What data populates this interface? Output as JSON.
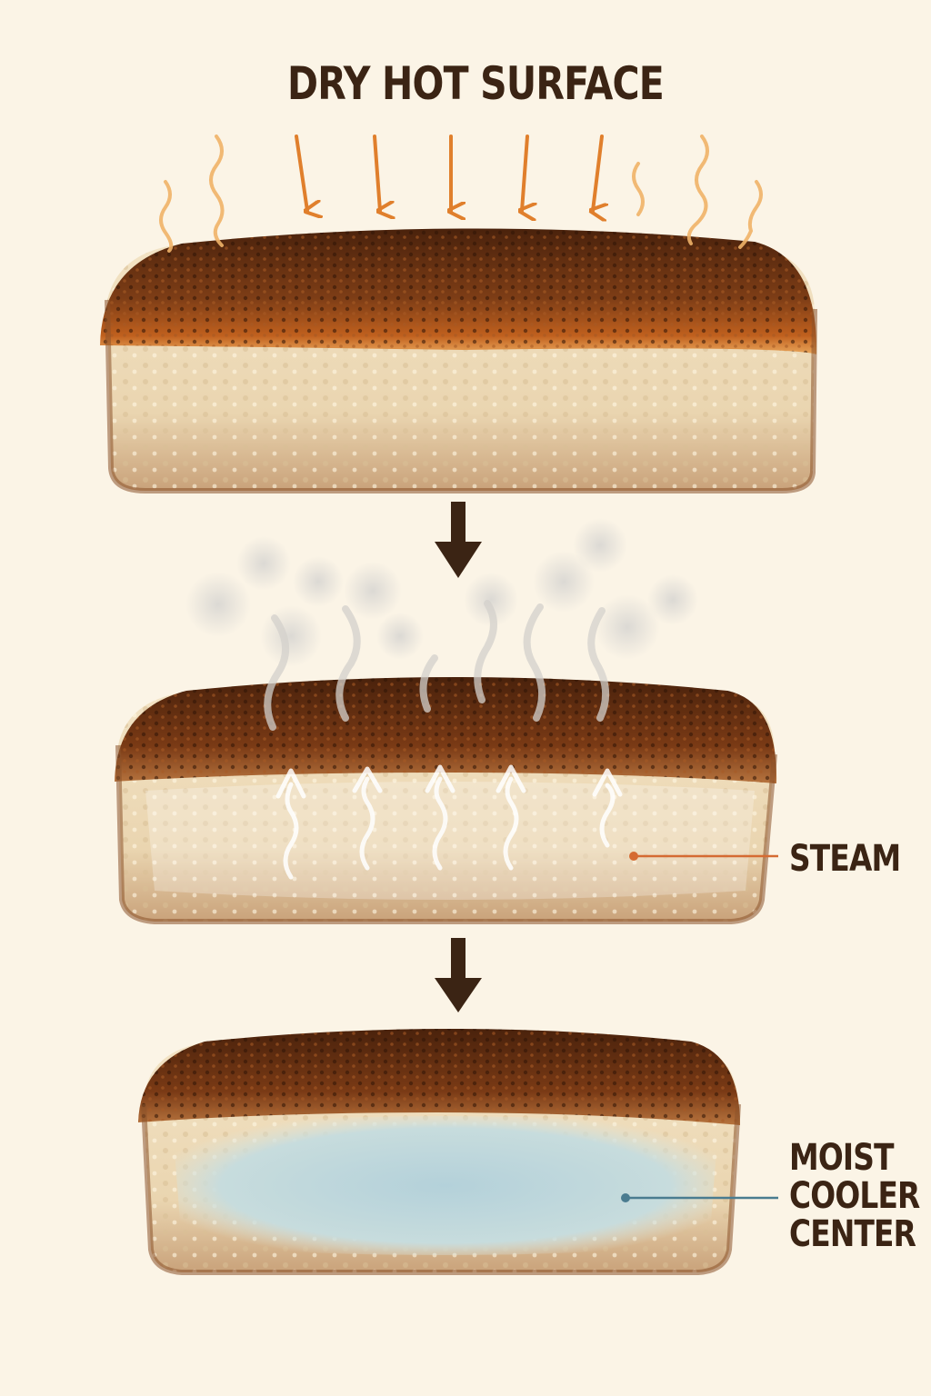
{
  "title": "DRY HOT SURFACE",
  "labels": {
    "steam": "STEAM",
    "moist_lines": [
      "MOIST",
      "COOLER",
      "CENTER"
    ]
  },
  "colors": {
    "background": "#fbf4e6",
    "label_text": "#3b2414",
    "heat_arrow": "#e07f2c",
    "heat_wave": "#f0b368",
    "crust_dark": "#5a2a10",
    "crust_mid": "#8d4a1e",
    "crumb": "#ecd9b6",
    "moist_center": "#bcd6dc",
    "steam_leader": "#d56b32",
    "moist_leader": "#4a7c90",
    "step_arrow": "#3b2414"
  },
  "icons": {
    "step_arrow": "down-arrow-icon",
    "heat_arrow": "heat-arrow-icon",
    "heat_wave": "heat-wave-icon",
    "steam": "steam-icon"
  }
}
